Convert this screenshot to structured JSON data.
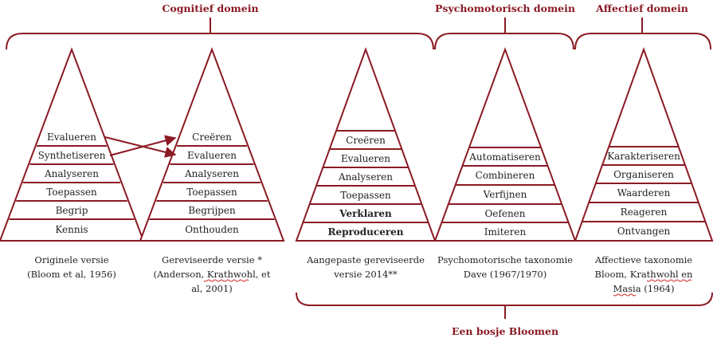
{
  "colors": {
    "accent": "#8b1a24",
    "text": "#222222",
    "spellcheck": "#d12b2b"
  },
  "headers": {
    "cognitive": "Cognitief domein",
    "psychomotor": "Psychomotorisch domein",
    "affective": "Affectief domein",
    "bottom": "Een bosje Bloomen"
  },
  "pyramids": [
    {
      "levels": [
        "Evalueren",
        "Synthetiseren",
        "Analyseren",
        "Toepassen",
        "Begrip",
        "Kennis"
      ],
      "bold": [],
      "caption": [
        "Originele versie",
        "(Bloom et al, 1956)"
      ]
    },
    {
      "levels": [
        "Creëren",
        "Evalueren",
        "Analyseren",
        "Toepassen",
        "Begrijpen",
        "Onthouden"
      ],
      "bold": [],
      "caption": [
        "Gereviseerde versie *",
        "(Anderson, Krathwohl, et",
        "al, 2001)"
      ]
    },
    {
      "levels": [
        "Creëren",
        "Evalueren",
        "Analyseren",
        "Toepassen",
        "Verklaren",
        "Reproduceren"
      ],
      "bold": [
        "Verklaren",
        "Reproduceren"
      ],
      "caption": [
        "Aangepaste gereviseerde",
        "versie 2014**"
      ]
    },
    {
      "levels": [
        "Automatiseren",
        "Combineren",
        "Verfijnen",
        "Oefenen",
        "Imiteren"
      ],
      "bold": [],
      "caption": [
        "Psychomotorische taxonomie",
        "Dave (1967/1970)"
      ]
    },
    {
      "levels": [
        "Karakteriseren",
        "Organiseren",
        "Waarderen",
        "Reageren",
        "Ontvangen"
      ],
      "bold": [],
      "caption": [
        "Affectieve taxonomie",
        "Bloom, Krathwohl en",
        "Masia (1964)"
      ]
    }
  ]
}
